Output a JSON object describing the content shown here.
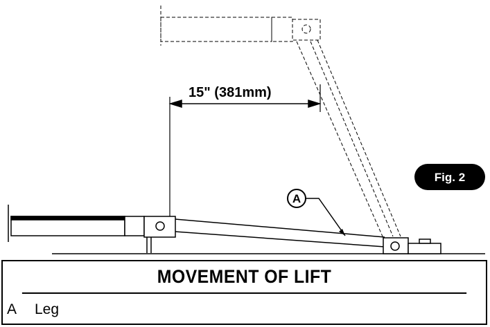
{
  "figure_badge": "Fig. 2",
  "dimension_label": "15\" (381mm)",
  "callout_letter": "A",
  "caption": {
    "title": "MOVEMENT OF LIFT",
    "legend": [
      {
        "letter": "A",
        "text": "Leg"
      }
    ]
  },
  "colors": {
    "ink": "#000000",
    "paper": "#ffffff"
  }
}
